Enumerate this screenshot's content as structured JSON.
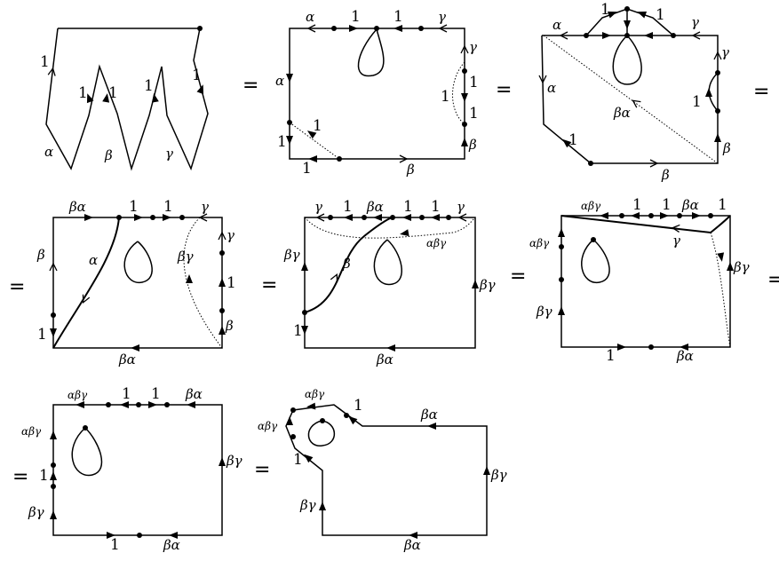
{
  "symbols": {
    "eq": "=",
    "one": "1",
    "alpha": "α",
    "beta": "β",
    "gamma": "γ",
    "beta_alpha": "βα",
    "beta_gamma": "βγ",
    "alpha_beta_gamma": "αβγ"
  }
}
